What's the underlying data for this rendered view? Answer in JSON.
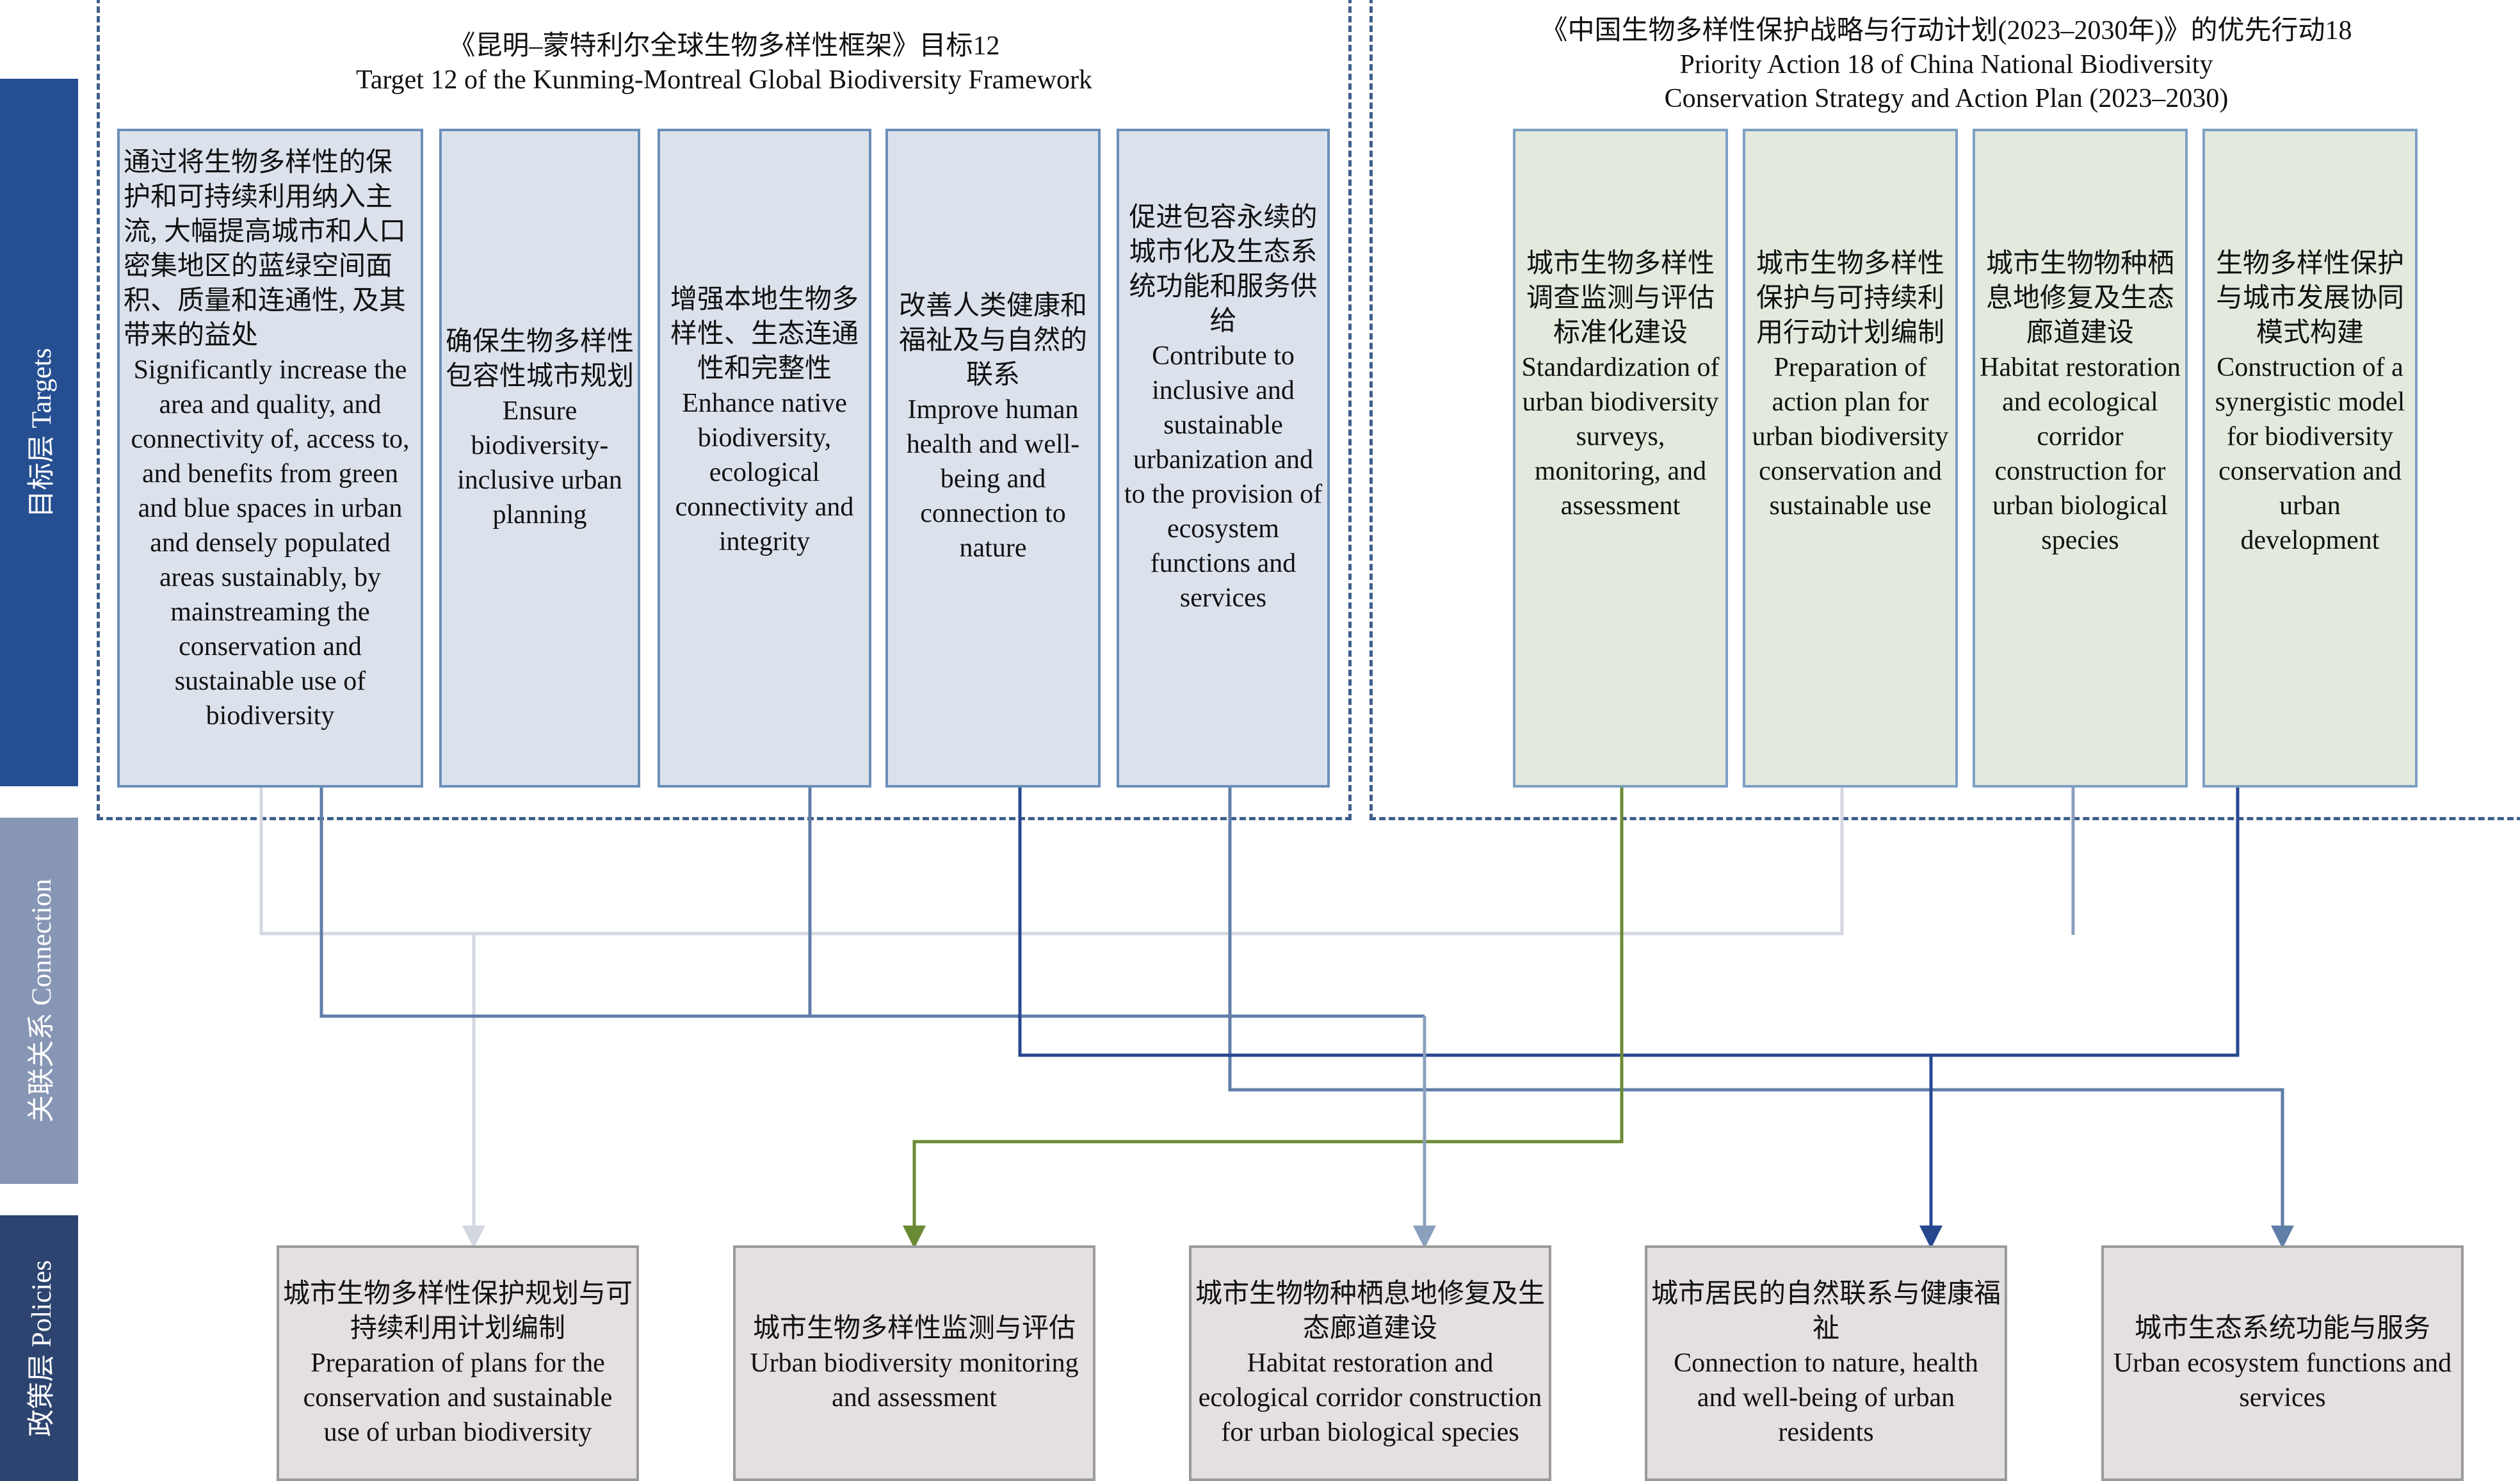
{
  "colors": {
    "side_targets": "#264f92",
    "side_connection": "#8796b4",
    "side_policies": "#2d4470",
    "line_light": "#d3d7df",
    "line_steel": "#5f7ea8",
    "line_navy": "#27478f",
    "line_green": "#6b8a34",
    "line_grey_blue": "#8aa0bd"
  },
  "side_labels": {
    "targets": "目标层 Targets",
    "connection": "关联关系 Connection",
    "policies": "政策层 Policies"
  },
  "gbf": {
    "title_cn": "《昆明–蒙特利尔全球生物多样性框架》目标12",
    "title_en": "Target 12 of the Kunming-Montreal Global Biodiversity Framework",
    "boxes": [
      {
        "cn": "通过将生物多样性的保护和可持续利用纳入主流, 大幅提高城市和人口密集地区的蓝绿空间面积、质量和连通性, 及其带来的益处",
        "en": "Significantly increase the area and quality, and connectivity of, access to, and benefits from green and blue spaces in urban and densely populated areas sustainably, by mainstreaming the conservation and sustainable use of biodiversity"
      },
      {
        "cn": "确保生物多样性包容性城市规划",
        "en": "Ensure biodiversity-inclusive urban planning"
      },
      {
        "cn": "增强本地生物多样性、生态连通性和完整性",
        "en": "Enhance native biodiversity, ecological connectivity and integrity"
      },
      {
        "cn": "改善人类健康和福祉及与自然的联系",
        "en": "Improve human health and well-being and connection to nature"
      },
      {
        "cn": "促进包容永续的城市化及生态系统功能和服务供给",
        "en": "Contribute to inclusive and sustainable urbanization and to the provision of ecosystem functions and services"
      }
    ]
  },
  "nbsap": {
    "title_cn": "《中国生物多样性保护战略与行动计划(2023–2030年)》的优先行动18",
    "title_en_1": "Priority Action 18 of China National Biodiversity",
    "title_en_2": "Conservation Strategy and Action Plan (2023–2030)",
    "boxes": [
      {
        "cn": "城市生物多样性调查监测与评估标准化建设",
        "en": "Standardization of urban biodiversity surveys, monitoring, and assessment"
      },
      {
        "cn": "城市生物多样性保护与可持续利用行动计划编制",
        "en": "Preparation of action plan for urban biodiversity conservation and sustainable use"
      },
      {
        "cn": "城市生物物种栖息地修复及生态廊道建设",
        "en": "Habitat restoration and ecological corridor construction for urban biological species"
      },
      {
        "cn": "生物多样性保护与城市发展协同模式构建",
        "en": "Construction of a synergistic model for biodiversity conservation and urban development"
      }
    ]
  },
  "policies": [
    {
      "cn": "城市生物多样性保护规划与可持续利用计划编制",
      "en": "Preparation of plans for the conservation and sustainable use of urban biodiversity"
    },
    {
      "cn": "城市生物多样性监测与评估",
      "en": "Urban biodiversity monitoring and assessment"
    },
    {
      "cn": "城市生物物种栖息地修复及生态廊道建设",
      "en": "Habitat restoration and ecological corridor construction for urban biological species"
    },
    {
      "cn": "城市居民的自然联系与健康福祉",
      "en": "Connection to nature, health and well-being of urban residents"
    },
    {
      "cn": "城市生态系统功能与服务",
      "en": "Urban ecosystem functions and services"
    }
  ]
}
